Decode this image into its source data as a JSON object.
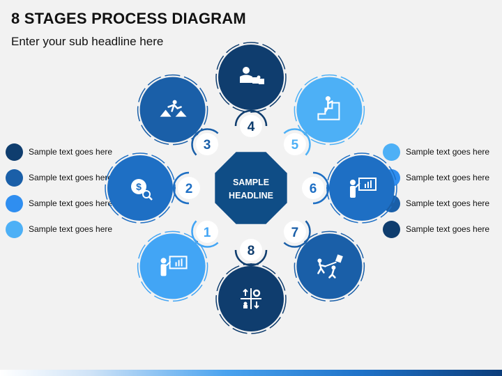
{
  "header": {
    "title": "8 STAGES PROCESS DIAGRAM",
    "subtitle": "Enter your sub headline here"
  },
  "center": {
    "line1": "SAMPLE",
    "line2": "HEADLINE",
    "color": "#0f4d86"
  },
  "stages": [
    {
      "number": "1",
      "color": "#42a5f5",
      "icon": "presenter-chart-icon"
    },
    {
      "number": "2",
      "color": "#1e6fc4",
      "icon": "money-search-icon"
    },
    {
      "number": "3",
      "color": "#1a5fa8",
      "icon": "hurdle-runner-icon"
    },
    {
      "number": "4",
      "color": "#0f3d6e",
      "icon": "businessman-puzzle-icon"
    },
    {
      "number": "5",
      "color": "#4db0f6",
      "icon": "climbing-stairs-icon"
    },
    {
      "number": "6",
      "color": "#1e6fc4",
      "icon": "presenter-board-icon"
    },
    {
      "number": "7",
      "color": "#1a5fa8",
      "icon": "tug-of-war-icon"
    },
    {
      "number": "8",
      "color": "#0f3d6e",
      "icon": "swot-quadrant-icon"
    }
  ],
  "legend_left": [
    {
      "label": "Sample text goes here",
      "color": "#0f3d6e"
    },
    {
      "label": "Sample text goes here",
      "color": "#1a5fa8"
    },
    {
      "label": "Sample text goes here",
      "color": "#2f8ef0"
    },
    {
      "label": "Sample text goes here",
      "color": "#4db0f6"
    }
  ],
  "legend_right": [
    {
      "label": "Sample text goes here",
      "color": "#4db0f6"
    },
    {
      "label": "Sample text goes here",
      "color": "#2f8ef0"
    },
    {
      "label": "Sample text goes here",
      "color": "#1a5fa8"
    },
    {
      "label": "Sample text goes here",
      "color": "#0f3d6e"
    }
  ]
}
